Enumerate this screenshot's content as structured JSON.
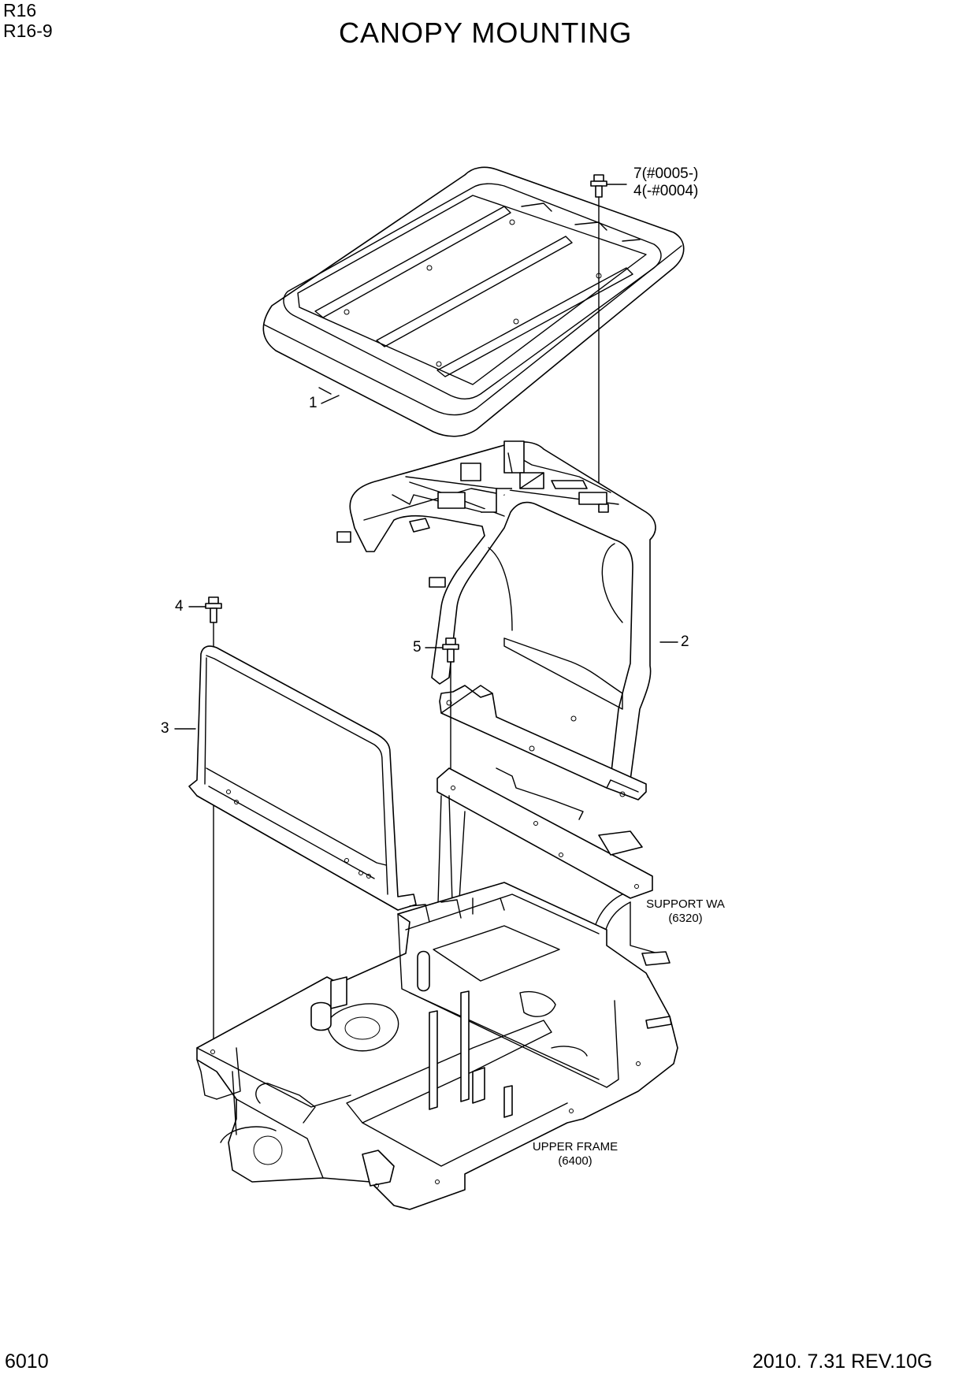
{
  "header": {
    "model_line1": "R16",
    "model_line2": "R16-9",
    "title": "CANOPY MOUNTING"
  },
  "callouts": {
    "bolt_top_a": "7(#0005-)",
    "bolt_top_b": "4(-#0004)",
    "part1": "1",
    "part2": "2",
    "part3": "3",
    "part4": "4",
    "part5": "5"
  },
  "references": {
    "support_name": "SUPPORT WA",
    "support_code": "(6320)",
    "frame_name": "UPPER FRAME",
    "frame_code": "(6400)"
  },
  "footer": {
    "page_number": "6010",
    "revision": "2010. 7.31 REV.10G"
  }
}
